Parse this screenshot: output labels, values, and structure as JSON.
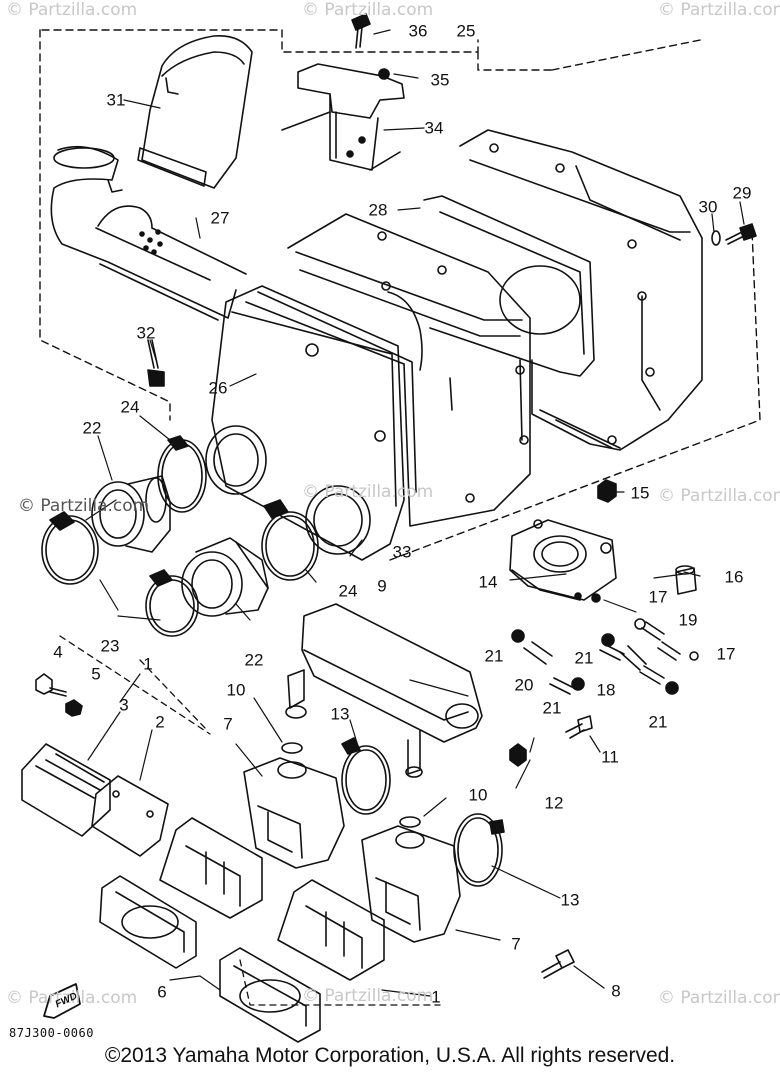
{
  "watermark": {
    "symbol": "©",
    "text": "Partzilla.com"
  },
  "diagram_code": "87J300-0060",
  "fwd_label": "FWD",
  "copyright": "©2013  Yamaha Motor Corporation, U.S.A. All rights reserved.",
  "callouts": [
    {
      "id": "c1",
      "text": "1"
    },
    {
      "id": "c1b",
      "text": "1"
    },
    {
      "id": "c2",
      "text": "2"
    },
    {
      "id": "c3",
      "text": "3"
    },
    {
      "id": "c4",
      "text": "4"
    },
    {
      "id": "c5",
      "text": "5"
    },
    {
      "id": "c6",
      "text": "6"
    },
    {
      "id": "c7",
      "text": "7"
    },
    {
      "id": "c7b",
      "text": "7"
    },
    {
      "id": "c8",
      "text": "8"
    },
    {
      "id": "c9",
      "text": "9"
    },
    {
      "id": "c10",
      "text": "10"
    },
    {
      "id": "c10b",
      "text": "10"
    },
    {
      "id": "c11",
      "text": "11"
    },
    {
      "id": "c12",
      "text": "12"
    },
    {
      "id": "c13",
      "text": "13"
    },
    {
      "id": "c13b",
      "text": "13"
    },
    {
      "id": "c14",
      "text": "14"
    },
    {
      "id": "c15",
      "text": "15"
    },
    {
      "id": "c16",
      "text": "16"
    },
    {
      "id": "c17",
      "text": "17"
    },
    {
      "id": "c17b",
      "text": "17"
    },
    {
      "id": "c18",
      "text": "18"
    },
    {
      "id": "c19",
      "text": "19"
    },
    {
      "id": "c20",
      "text": "20"
    },
    {
      "id": "c21",
      "text": "21"
    },
    {
      "id": "c21b",
      "text": "21"
    },
    {
      "id": "c21c",
      "text": "21"
    },
    {
      "id": "c21d",
      "text": "21"
    },
    {
      "id": "c22",
      "text": "22"
    },
    {
      "id": "c22b",
      "text": "22"
    },
    {
      "id": "c23",
      "text": "23"
    },
    {
      "id": "c24",
      "text": "24"
    },
    {
      "id": "c24b",
      "text": "24"
    },
    {
      "id": "c25",
      "text": "25"
    },
    {
      "id": "c26",
      "text": "26"
    },
    {
      "id": "c27",
      "text": "27"
    },
    {
      "id": "c28",
      "text": "28"
    },
    {
      "id": "c29",
      "text": "29"
    },
    {
      "id": "c30",
      "text": "30"
    },
    {
      "id": "c31",
      "text": "31"
    },
    {
      "id": "c32",
      "text": "32"
    },
    {
      "id": "c33",
      "text": "33"
    },
    {
      "id": "c34",
      "text": "34"
    },
    {
      "id": "c35",
      "text": "35"
    },
    {
      "id": "c36",
      "text": "36"
    }
  ]
}
